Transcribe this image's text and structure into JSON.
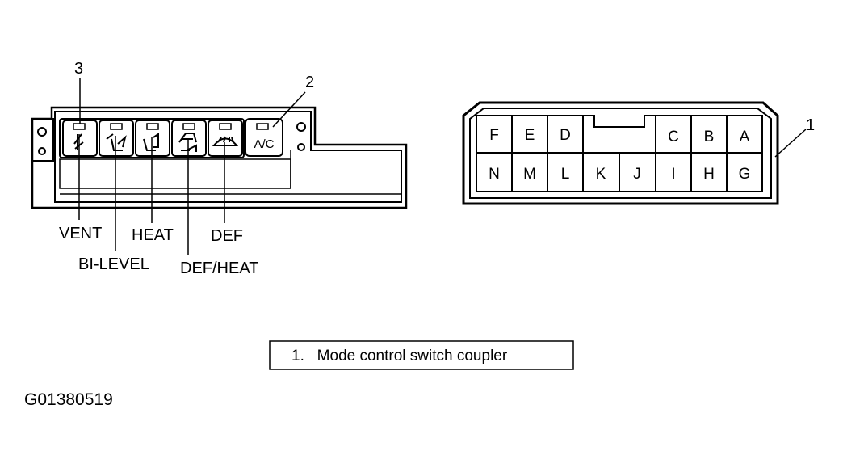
{
  "callouts": {
    "item1": "1",
    "item2": "2",
    "item3": "3"
  },
  "switch_panel": {
    "ac_button": "A/C",
    "labels": {
      "vent": "VENT",
      "bi_level": "BI-LEVEL",
      "heat": "HEAT",
      "def": "DEF",
      "def_heat": "DEF/HEAT"
    }
  },
  "connector": {
    "top_row": [
      "F",
      "E",
      "D",
      "",
      "C",
      "B",
      "A"
    ],
    "bottom_row": [
      "N",
      "M",
      "L",
      "K",
      "J",
      "I",
      "H",
      "G"
    ]
  },
  "caption": "1.   Mode control switch coupler",
  "figure_code": "G01380519"
}
